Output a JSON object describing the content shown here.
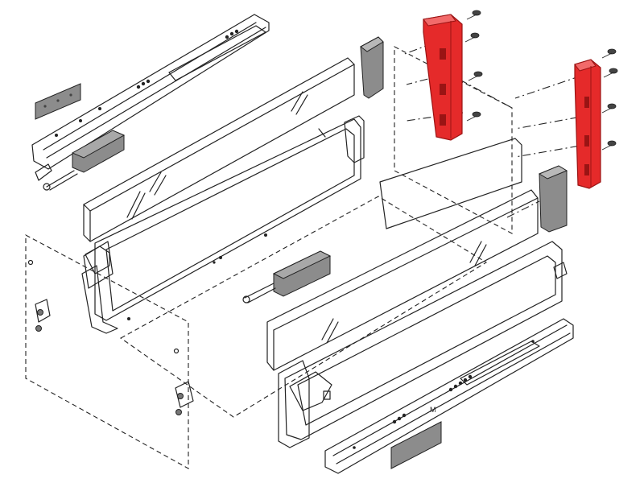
{
  "diagram": {
    "title": "",
    "components": [
      {
        "name": "left-drawer-runner",
        "icon": "runner-rail-icon"
      },
      {
        "name": "left-glass-side-panel",
        "icon": "glass-panel-icon"
      },
      {
        "name": "left-drawer-side-profile",
        "icon": "side-profile-icon"
      },
      {
        "name": "left-front-fixing-bracket",
        "icon": "bracket-icon"
      },
      {
        "name": "left-rear-bracket",
        "icon": "red-rear-bracket-icon"
      },
      {
        "name": "right-rear-bracket",
        "icon": "red-rear-bracket-icon"
      },
      {
        "name": "right-glass-side-panel",
        "icon": "glass-panel-icon"
      },
      {
        "name": "right-drawer-side-profile",
        "icon": "side-profile-icon"
      },
      {
        "name": "right-drawer-runner",
        "icon": "runner-rail-icon"
      },
      {
        "name": "front-panel-outline",
        "icon": "dashed-outline-icon"
      },
      {
        "name": "back-panel-outline",
        "icon": "dashed-outline-icon"
      },
      {
        "name": "bottom-panel-outline",
        "icon": "dashed-outline-icon"
      },
      {
        "name": "cover-cap-left",
        "icon": "grey-cap-icon"
      },
      {
        "name": "cover-cap-right",
        "icon": "grey-cap-icon"
      },
      {
        "name": "screws",
        "icon": "screw-icon"
      }
    ],
    "colors": {
      "highlight": "#e52a2a",
      "highlight_dark": "#9a1414",
      "grey_part": "#8c8c8c",
      "grey_dark": "#5e5e5e",
      "line": "#222222",
      "background": "#ffffff"
    }
  }
}
